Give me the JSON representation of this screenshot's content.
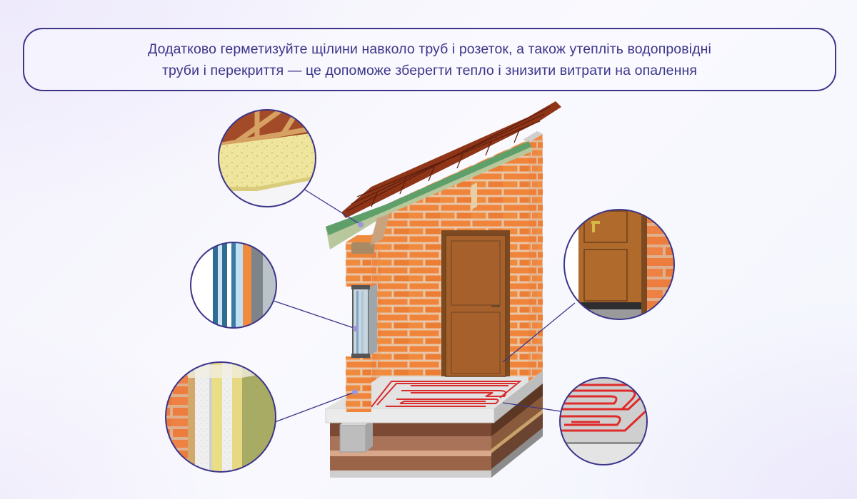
{
  "banner": {
    "line1": "Додатково герметизуйте щілини навколо труб і розеток, а також утепліть водопровідні",
    "line2": "труби і перекриття — це допоможе зберегти тепло і знизити витрати на опалення"
  },
  "colors": {
    "accent": "#3c3589",
    "pointer_dot": "#9c97d8",
    "brick": "#f08a3c",
    "mortar": "#e9c6a8",
    "roof_tile": "#8e3518",
    "door_wood": "#a5602b",
    "heating_pipe": "#d92b2b",
    "slab": "#e6e6e6",
    "soil": "#8a5a3c"
  },
  "illustration": {
    "subject": "house-cutaway-insulation",
    "callouts": [
      {
        "id": "roof-insulation",
        "target": "roof"
      },
      {
        "id": "window-glazing",
        "target": "window"
      },
      {
        "id": "wall-insulation",
        "target": "wall"
      },
      {
        "id": "door-seal",
        "target": "door"
      },
      {
        "id": "floor-heating",
        "target": "floor"
      }
    ]
  }
}
